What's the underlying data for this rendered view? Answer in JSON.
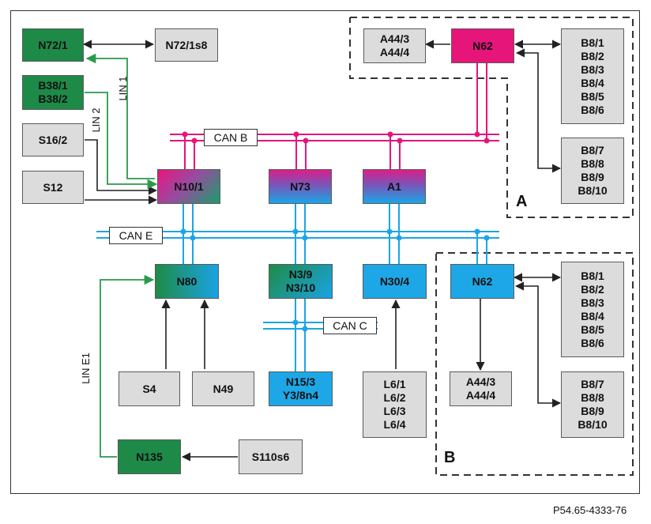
{
  "components": {
    "n72_1": "N72/1",
    "n72_1s8": "N72/1s8",
    "b38": [
      "B38/1",
      "B38/2"
    ],
    "s16_2": "S16/2",
    "s12": "S12",
    "n10_1": "N10/1",
    "n73": "N73",
    "a1": "A1",
    "n62_a": "N62",
    "a44_a": [
      "A44/3",
      "A44/4"
    ],
    "b8_a1": [
      "B8/1",
      "B8/2",
      "B8/3",
      "B8/4",
      "B8/5",
      "B8/6"
    ],
    "b8_a2": [
      "B8/7",
      "B8/8",
      "B8/9",
      "B8/10"
    ],
    "n80": "N80",
    "n3": [
      "N3/9",
      "N3/10"
    ],
    "n30_4": "N30/4",
    "n62_b": "N62",
    "a44_b": [
      "A44/3",
      "A44/4"
    ],
    "b8_b1": [
      "B8/1",
      "B8/2",
      "B8/3",
      "B8/4",
      "B8/5",
      "B8/6"
    ],
    "b8_b2": [
      "B8/7",
      "B8/8",
      "B8/9",
      "B8/10"
    ],
    "s4": "S4",
    "n49": "N49",
    "n15": [
      "N15/3",
      "Y3/8n4"
    ],
    "l6": [
      "L6/1",
      "L6/2",
      "L6/3",
      "L6/4"
    ],
    "n135": "N135",
    "s110s6": "S110s6"
  },
  "buses": {
    "can_b": "CAN B",
    "can_e": "CAN E",
    "can_c": "CAN C",
    "lin1": "LIN 1",
    "lin2": "LIN 2",
    "lin_e1": "LIN E1"
  },
  "regions": {
    "a": "A",
    "b": "B"
  },
  "reference": "P54.65-4333-76",
  "colors": {
    "can_b": "#e6157a",
    "can_e": "#1aa6e6",
    "can_c": "#1aa6e6",
    "lin": "#2a9a4a",
    "wire": "#222222"
  }
}
